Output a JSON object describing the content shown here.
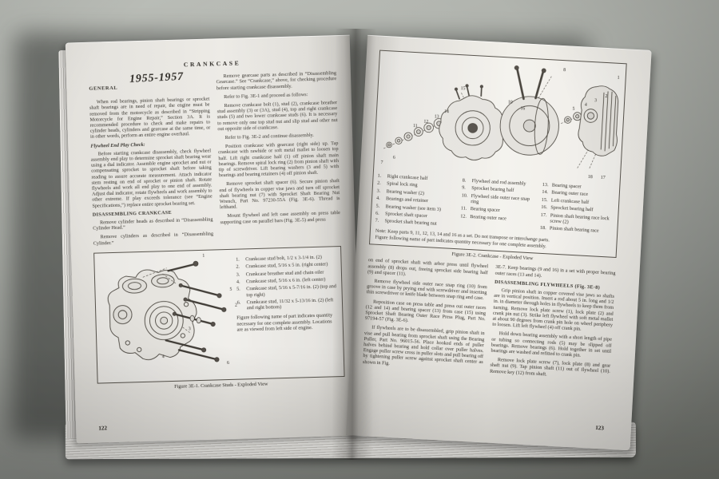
{
  "colors": {
    "desk_top": "#bcbfb9",
    "desk_bottom": "#767972",
    "paper": "#edebe6",
    "ink": "#35322c"
  },
  "left_page": {
    "page_number": "122",
    "running_head": "CRANKCASE",
    "general_label": "GENERAL",
    "years_title": "1955-1957",
    "col1": {
      "para1": "When rod bearings, pinion shaft bearings or sprocket shaft bearings are in need of repair, the engine must be removed from the motorcycle as described in “Stripping Motorcycle for Engine Repair,” Section 3A. It is recommended procedure to check and make repairs to cylinder heads, cylinders and gearcase at the same time, or in other words, perform an entire engine overhaul.",
      "heading_end_play": "Flywheel End Play Check:",
      "para2": "Before starting crankcase disassembly, check flywheel assembly end play to determine sprocket shaft bearing wear using a dial indicator. Assemble engine sprocket and nut or compensating sprocket to sprocket shaft before taking reading to assure accurate measurement. Attach indicator stem resting on end of sprocket or pinion shaft. Rotate flywheels and work all end play to one end of assembly. Adjust dial indicator, rotate flywheels and work assembly to other extreme. If play exceeds tolerance (see “Engine Specifications,”) replace entire sprocket bearing set.",
      "heading_disassembling": "DISASSEMBLING CRANKCASE",
      "para3": "Remove cylinder heads as described in “Disassembling Cylinder Head.”",
      "para4": "Remove cylinders as described in “Disassembling Cylinder.”"
    },
    "col2": {
      "para1": "Remove gearcase parts as described in “Disassembling Gearcase.” See “Crankcase,” above, for checking procedure before starting crankcase disassembly.",
      "para2": "Refer to Fig. 3E-1 and proceed as follows:",
      "para3": "Remove crankcase bolt (1), stud (2), crankcase breather stud assembly (3) or (3A), stud (4), top and right crankcase studs (5) and two lower crankcase studs (6). It is necessary to remove only one top stud nut and slip stud and other nut out opposite side of crankcase.",
      "para4": "Refer to Fig. 3E-2 and continue disassembly.",
      "para5": "Position crankcase with gearcase (right side) up. Tap crankcase with rawhide or soft metal mallet to loosen top half. Lift right crankcase half (1) off pinion shaft main bearings. Remove spiral lock ring (2) from pinion shaft with tip of screwdriver. Lift bearing washers (3 and 5) with bearings and bearing retainers (4) off pinion shaft.",
      "para6": "Remove sprocket shaft spacer (6). Secure pinion shaft end of flywheels in copper vise jaws and turn off sprocket shaft bearing nut (7) with Sprocket Shaft Bearing Nut Wrench, Part No. 97230-55A (Fig. 3E-6). Thread is lefthand.",
      "para7": "Mount flywheel and left case assembly on press table supporting case on parallel bars (Fig. 3E-5) and press"
    },
    "figure1": {
      "caption": "Figure 3E-1. Crankcase Studs - Exploded View",
      "parts": [
        {
          "num": "1.",
          "text": "Crankcase stud bolt, 1/2 x 3-1/4 in. (2)"
        },
        {
          "num": "2.",
          "text": "Crankcase stud, 5/16 x 5 in. (right center)"
        },
        {
          "num": "3.",
          "text": "Crankcase breather stud and chain oiler"
        },
        {
          "num": "4.",
          "text": "Crankcase stud, 5/16 x 6 in. (left center)"
        },
        {
          "num": "5.",
          "text": "Crankcase stud, 5/16 x 5-7/16 in. (2) (top and top right)"
        },
        {
          "num": "6.",
          "text": "Crankcase stud, 11/32 x 5-13/16 in. (2) (left and right bottom)"
        }
      ],
      "note": "Figure following name of part indicates quantity necessary for one complete assembly. Locations are as viewed from left side of engine.",
      "callouts": [
        "1",
        "5",
        "2",
        "3",
        "6",
        "4"
      ]
    }
  },
  "right_page": {
    "page_number": "123",
    "figure2": {
      "caption": "Figure 3E-2. Crankcase - Exploded View",
      "col1": [
        {
          "num": "1.",
          "text": "Right crankcase half"
        },
        {
          "num": "2.",
          "text": "Spiral lock ring"
        },
        {
          "num": "3.",
          "text": "Bearing washer (2)"
        },
        {
          "num": "4.",
          "text": "Bearings and retainer"
        },
        {
          "num": "5.",
          "text": "Bearing washer (see item 3)"
        },
        {
          "num": "6.",
          "text": "Sprocket shaft spacer"
        },
        {
          "num": "7.",
          "text": "Sprocket shaft bearing nut"
        }
      ],
      "col2": [
        {
          "num": "8.",
          "text": "Flywheel and rod assembly"
        },
        {
          "num": "9.",
          "text": "Sprocket bearing half"
        },
        {
          "num": "10.",
          "text": "Flywheel side outer race snap ring"
        },
        {
          "num": "11.",
          "text": "Bearing spacer"
        },
        {
          "num": "12.",
          "text": "Bearing outer race"
        }
      ],
      "col3": [
        {
          "num": "13.",
          "text": "Bearing spacer"
        },
        {
          "num": "14.",
          "text": "Bearing outer race"
        },
        {
          "num": "15.",
          "text": "Left crankcase half"
        },
        {
          "num": "16.",
          "text": "Sprocket bearing half"
        },
        {
          "num": "17.",
          "text": "Pinion shaft bearing race lock screw (2)"
        },
        {
          "num": "18.",
          "text": "Pinion shaft bearing race"
        }
      ],
      "note1": "Note:  Keep parts 9, 11, 12, 13, 14 and 16 as a set.  Do not transpose or interchange parts.",
      "note2": "Figure following name of part indicates quantity necessary for one complete assembly.",
      "callouts": [
        "7",
        "6",
        "11",
        "12",
        "13",
        "14",
        "15",
        "10",
        "16",
        "8",
        "5",
        "4",
        "3",
        "2",
        "1",
        "18",
        "17"
      ]
    },
    "col1": {
      "para1": "on end of sprocket shaft with arbor press until flywheel assembly (8) drops out, freeing sprocket side bearing half (9) and spacer (11).",
      "para2": "Remove flywheel side outer race snap ring (10) from groove in case by prying end with screwdriver and inserting thin screwdriver or knife blade between snap ring and case.",
      "para3": "Reposition case on press table and press out outer races (12 and 14) and bearing spacer (13) from case (15) using Sprocket Shaft Bearing Outer Race Press Plug, Part No. 97194-57 (Fig. 3E-6).",
      "para4": "If flywheels are to be disassembled, grip pinion shaft in vise and pull bearing from sprocket shaft using the Bearing Puller, Part No. 96015-56. Place hooked ends of puller halves behind bearing and hold collar over puller halves. Engage puller screw cross in puller slots and pull bearing off by tightening puller screw against sprocket shaft center as shown in Fig."
    },
    "col2": {
      "para1": "3E-7. Keep bearings (9 and 16) in a set with proper bearing outer races (13 and 14).",
      "heading_flywheels": "DISASSEMBLING FLYWHEELS (Fig. 3E-8)",
      "para2": "Grip pinion shaft in copper covered vise jaws so shafts are in vertical position. Insert a rod about 5 in. long and 1/2 in. in diameter through holes in flywheels to keep them from turning. Remove lock plate screw (1), lock plate (2) and crank pin nut (3). Strike left flywheel with soft metal mallet at about 90 degrees from crank pin hole on wheel periphery to loosen. Lift left flywheel (4) off crank pin.",
      "para3": "Hold down bearing assembly with a short length of pipe or tubing so connecting rods (5) may be slipped off bearings. Remove bearings (6). Hold together in set until bearings are washed and refitted to crank pin.",
      "para4": "Remove lock plate screw (7), lock plate (8) and gear shaft nut (9). Tap pinion shaft (11) out of flywheel (10). Remove key (12) from shaft."
    }
  }
}
